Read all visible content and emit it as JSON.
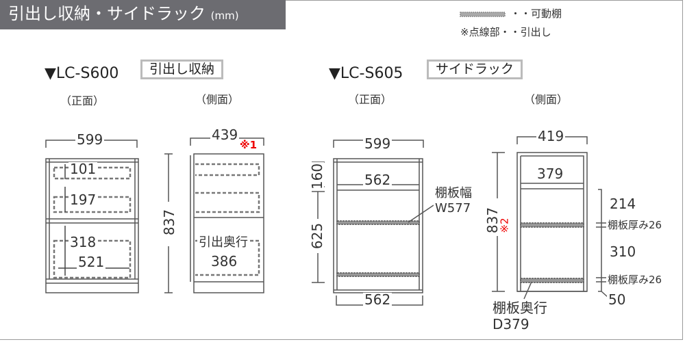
{
  "header": {
    "title": "引出し収納・サイドラック",
    "unit": "(mm)",
    "color": "#6c6c71"
  },
  "legend": {
    "movable_shelf": "・・可動棚",
    "dotted_note": "※点線部・・引出し"
  },
  "models": [
    {
      "name": "▼LC-S600",
      "tag": "引出し収納",
      "front": {
        "label": "（正面）",
        "width": "599",
        "drawers": [
          "101",
          "197",
          "318"
        ],
        "drawer_width": "521"
      },
      "side": {
        "label": "（側面）",
        "depth": "439",
        "depth_note": "※1",
        "height": "837",
        "drawer_depth_label": "引出奥行",
        "drawer_depth": "386"
      }
    },
    {
      "name": "▼LC-S605",
      "tag": "サイドラック",
      "front": {
        "label": "（正面）",
        "width": "599",
        "top_inner": "562",
        "top_height": "160",
        "lower_height": "625",
        "bottom_inner": "562",
        "shelf_width_label": "棚板幅",
        "shelf_width": "W577"
      },
      "side": {
        "label": "（側面）",
        "depth": "419",
        "inner_depth": "379",
        "height": "837",
        "height_note": "※2",
        "gap1": "214",
        "shelf_thickness1": "棚板厚み26",
        "gap2": "310",
        "shelf_thickness2": "棚板厚み26",
        "base": "50",
        "shelf_depth_label": "棚板奥行",
        "shelf_depth": "D379"
      }
    }
  ]
}
